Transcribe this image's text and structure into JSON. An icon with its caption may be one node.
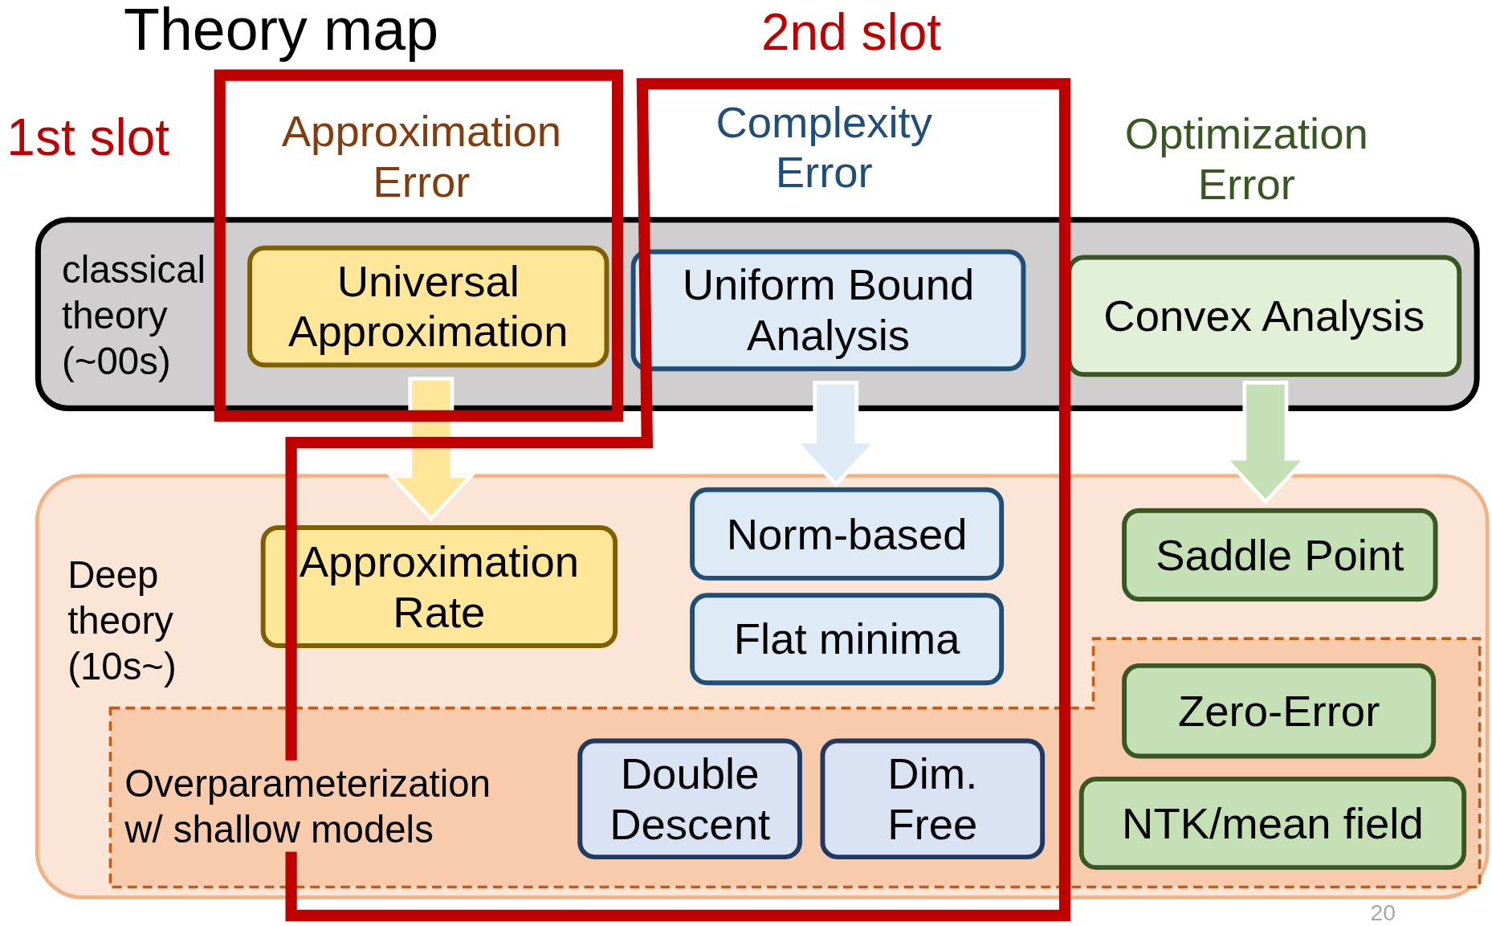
{
  "diagram": {
    "title": "Theory map",
    "nodes": [
      {
        "text": [
          "classical theory (~00s)"
        ]
      },
      {
        "text": [
          "Universal Approximation"
        ]
      },
      {
        "text": [
          "Uniform Bound Analysis"
        ]
      },
      {
        "text": [
          "Convex Analysis"
        ],
        "in": 0
      },
      {
        "text": [
          "Deep theory (10s~)"
        ]
      },
      {
        "text": [
          "Approximation Rate"
        ],
        "in": 4
      },
      {
        "text": [
          "Norm-based"
        ]
      },
      {
        "text": [
          "Flat minima"
        ]
      },
      {
        "text": [
          "Overparameterization w/ shallow models"
        ],
        "in": 4
      },
      {
        "text": [
          "Double Descent"
        ]
      },
      {
        "text": [
          "Dim. Free"
        ]
      },
      {
        "text": [
          "Saddle Point"
        ],
        "in": 4
      },
      {
        "text": [
          "Zero-Error"
        ],
        "in": 8
      },
      {
        "text": [
          "NTK/mean field"
        ],
        "in": 8
      },
      {
        "text": [
          "1st slot"
        ]
      },
      {
        "text": [
          "2nd slot"
        ]
      }
    ],
    "edges": [
      {
        "from": 1,
        "to": 5,
        "arrow": "to",
        "color": "#ffe699"
      },
      {
        "from": 2,
        "to": 6,
        "arrow": "to",
        "color": "#deebf7"
      },
      {
        "from": 3,
        "to": 11,
        "arrow": "to",
        "color": "#c5e0b4"
      }
    ],
    "labels": [
      "Approximation Error",
      "Complexity Error",
      "Optimization Error",
      "20"
    ]
  }
}
